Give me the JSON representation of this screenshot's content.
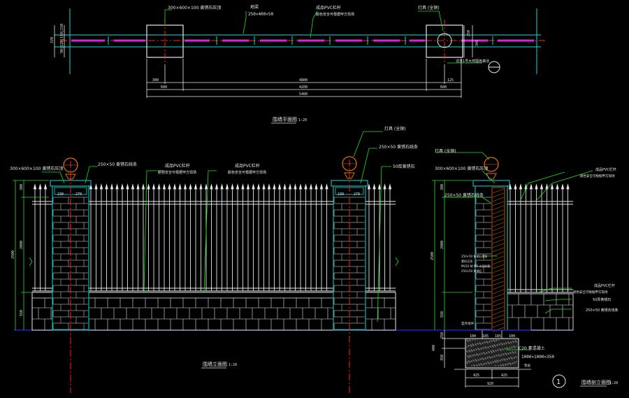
{
  "plan": {
    "title": "围墙平面图",
    "scale": "1:20",
    "labels": {
      "pier_cap": "300×600×100 黄锈石压顶",
      "beam": "地梁",
      "beam_size": "250×400×50",
      "pvc_1": "成品PVC栏杆",
      "pvc_2": "颜色安全可根据甲方现场",
      "lamp": "灯具 (全铜)",
      "detail_ref": "详见1号大样图各做法"
    },
    "dims": {
      "d300": "300",
      "d4800": "4800",
      "d600a": "600",
      "d4200": "4200",
      "d600b": "600",
      "d5400": "5400",
      "d125": "125",
      "v370": "370",
      "v_small": "90|120|150|150",
      "v250": "250",
      "v345": "345"
    }
  },
  "elevation": {
    "title": "围墙立面图",
    "scale": "1:20",
    "labels": {
      "cap_left": "300×600×100 黄锈石压顶",
      "beam_left": "250×50 黄锈石线条",
      "pvc_a1": "成品PVC栏杆",
      "pvc_a2": "颜色安全可根据甲方现场",
      "pvc_b1": "成品PVC栏杆",
      "pvc_b2": "颜色安全可根据甲方现场",
      "lamp": "灯具 (全铜)",
      "beam_right": "250×50 黄锈石线条",
      "stone": "50厚黄锈石"
    },
    "dims": {
      "h300": "300",
      "h2000": "2000",
      "h2500": "2500",
      "h550": "550",
      "p230a": "230",
      "p270a": "270",
      "p230b": "230",
      "p270b": "270"
    }
  },
  "section": {
    "title": "围墙剖立面图",
    "scale": "1:20",
    "badge": "1",
    "labels": {
      "lamp": "灯具 (全铜)",
      "cap": "300×600×100 黄锈石压顶",
      "beam": "250×50 黄锈石线条",
      "pvc_1": "成品PVC栏杆",
      "pvc_2": "颜色安全可根据甲方现场",
      "pvc_right1": "成品PVC栏杆",
      "pvc_right2": "颜色安全可根据甲方现场",
      "stone_right": "50厚黄锈石",
      "beam_right": "250×50 黄锈石线条",
      "inner_1": "250×50 黄锈石线条",
      "inner_2": "素砼压顶",
      "inner_3": "MU10 砖 M5 水泥砂浆",
      "inner_4": "250×50 黄锈石",
      "concrete": "C20 素混凝土",
      "footing": "1000×1000×350",
      "grade": "室外地坪",
      "bedding": "垫层"
    },
    "dims": {
      "h300": "300",
      "h2000": "2000",
      "h2500": "2500",
      "h550": "550",
      "h250": "250",
      "h400": "400",
      "h350": "350",
      "b100": "100",
      "b185a": "185",
      "b185b": "185",
      "b100b": "100",
      "w425a": "425",
      "w425b": "425",
      "w920": "920"
    }
  },
  "colors": {
    "background": "#000000",
    "white": "#e8e8e8",
    "cyan": "#19d9d6",
    "green": "#20e020",
    "red": "#ff2020",
    "magenta": "#e020e0",
    "orange": "#e07010",
    "blue": "#2020ff"
  }
}
